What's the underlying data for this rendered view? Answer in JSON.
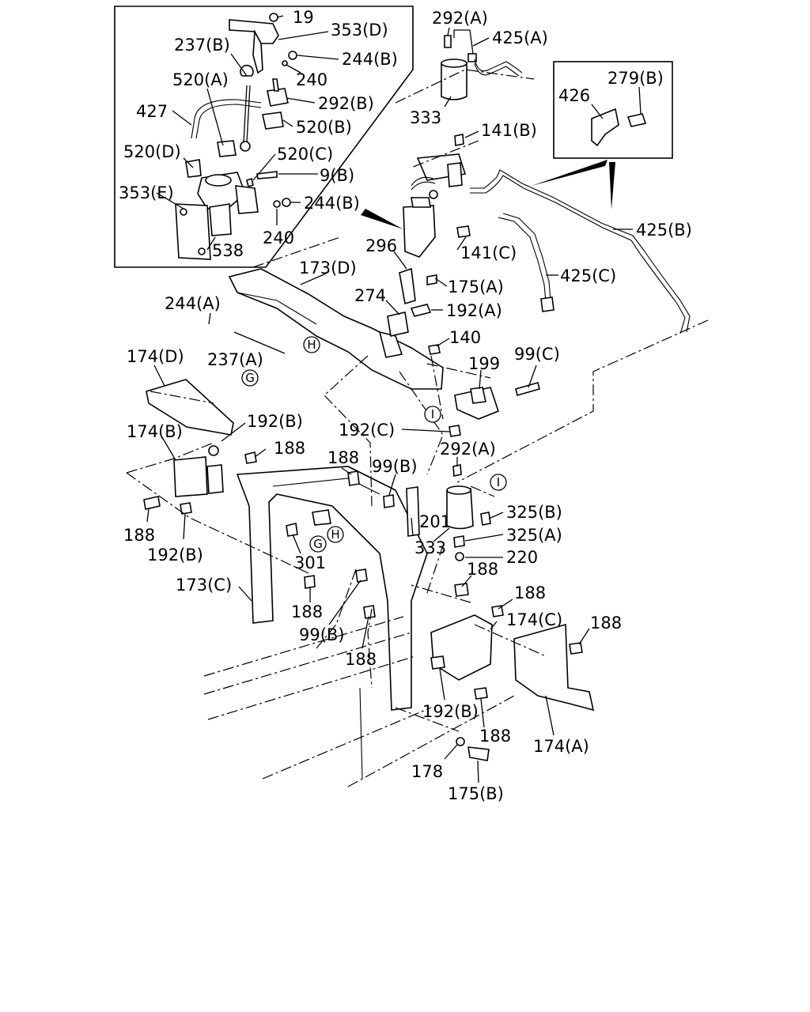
{
  "labels": {
    "l_19": "19",
    "l_353D": "353(D)",
    "l_237B": "237(B)",
    "l_244B_1": "244(B)",
    "l_240_1": "240",
    "l_520A": "520(A)",
    "l_292B": "292(B)",
    "l_427": "427",
    "l_520B": "520(B)",
    "l_520D": "520(D)",
    "l_520C": "520(C)",
    "l_9B": "9(B)",
    "l_353E": "353(E)",
    "l_244B_2": "244(B)",
    "l_240_2": "240",
    "l_538": "538",
    "l_292A_1": "292(A)",
    "l_425A": "425(A)",
    "l_333_1": "333",
    "l_279B": "279(B)",
    "l_426": "426",
    "l_141B": "141(B)",
    "l_425B": "425(B)",
    "l_296": "296",
    "l_141C": "141(C)",
    "l_173D": "173(D)",
    "l_175A": "175(A)",
    "l_425C": "425(C)",
    "l_244A": "244(A)",
    "l_274": "274",
    "l_192A": "192(A)",
    "l_237A": "237(A)",
    "l_140": "140",
    "l_99C": "99(C)",
    "l_174D": "174(D)",
    "l_199": "199",
    "l_192B_1": "192(B)",
    "l_192C": "192(C)",
    "l_174B": "174(B)",
    "l_188_1": "188",
    "l_188_2": "188",
    "l_292A_2": "292(A)",
    "l_99B_1": "99(B)",
    "l_325B": "325(B)",
    "l_188_3": "188",
    "l_201": "201",
    "l_325A": "325(A)",
    "l_333_2": "333",
    "l_192B_2": "192(B)",
    "l_301": "301",
    "l_220": "220",
    "l_173C": "173(C)",
    "l_188_4": "188",
    "l_188_5": "188",
    "l_174C": "174(C)",
    "l_188_6": "188",
    "l_188_7": "188",
    "l_99B_2": "99(B)",
    "l_188_8": "188",
    "l_192B_3": "192(B)",
    "l_188_9": "188",
    "l_174A": "174(A)",
    "l_178": "178",
    "l_175B": "175(B)"
  },
  "markers": {
    "m_H1": "H",
    "m_G1": "G",
    "m_I1": "I",
    "m_I2": "I",
    "m_G2": "G",
    "m_H2": "H"
  }
}
